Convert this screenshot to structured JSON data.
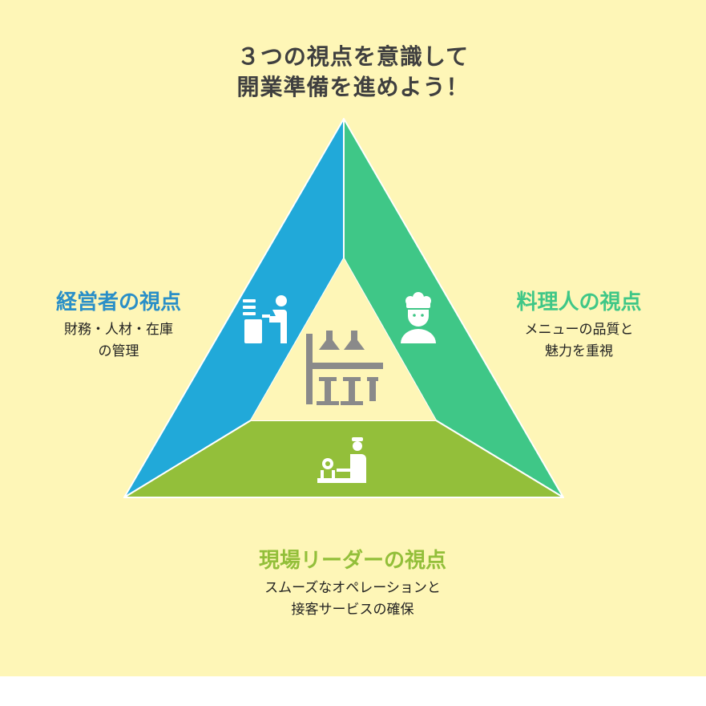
{
  "title": {
    "line1": "３つの視点を意識して",
    "line2": "開業準備を進めよう！"
  },
  "perspectives": {
    "management": {
      "heading": "経営者の視点",
      "desc_line1": "財務・人材・在庫",
      "desc_line2": "の管理",
      "color": "#21a9d9",
      "icon": "office-worker-icon"
    },
    "chef": {
      "heading": "料理人の視点",
      "desc_line1": "メニューの品質と",
      "desc_line2": "魅力を重視",
      "color": "#3fc787",
      "icon": "chef-icon"
    },
    "floor_leader": {
      "heading": "現場リーダーの視点",
      "desc_line1": "スムーズなオペレーションと",
      "desc_line2": "接客サービスの確保",
      "color": "#93bf3a",
      "icon": "server-counter-icon"
    }
  },
  "center_icon": "bar-counter-icon",
  "background_color": "#fef6b7"
}
